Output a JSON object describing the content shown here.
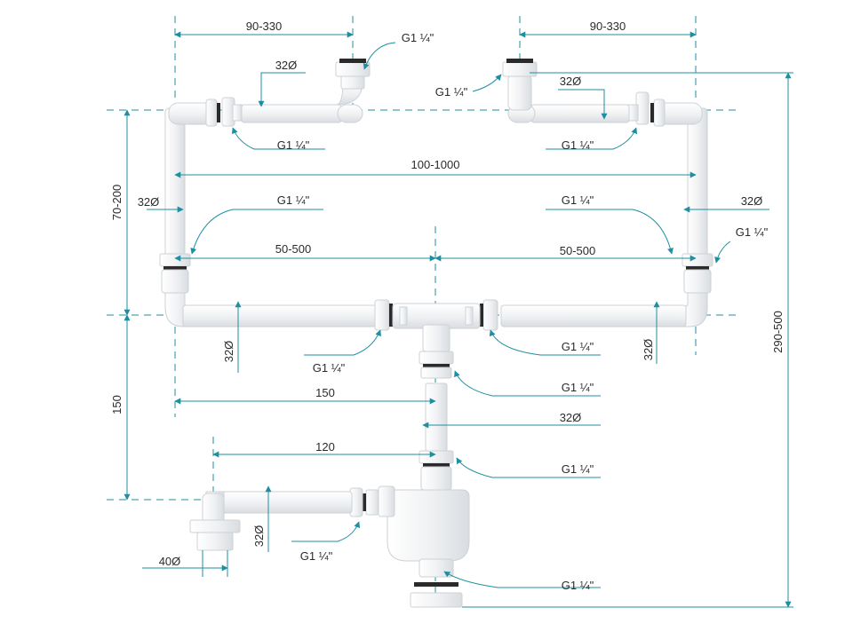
{
  "colors": {
    "dimension_line": "#1d8fa0",
    "pipe_fill": "#f2f3f4",
    "pipe_edge": "#d0d4d8",
    "ring": "#2a2a2a",
    "text": "#2b2b2b",
    "background": "#ffffff"
  },
  "dimensions": {
    "top_left_width": "90-330",
    "top_right_width": "90-330",
    "overall_width": "100-1000",
    "left_branch": "50-500",
    "right_branch": "50-500",
    "left_height": "70-200",
    "lower_height": "150",
    "total_height": "290-500",
    "center_offset": "150",
    "outlet_offset": "120"
  },
  "diameters": {
    "top_left": "32Ø",
    "top_right": "32Ø",
    "left_side": "32Ø",
    "right_side": "32Ø",
    "bottom_left": "32Ø",
    "bottom_right": "32Ø",
    "center": "32Ø",
    "outlet_pipe": "32Ø",
    "outlet": "40Ø"
  },
  "thread_labels": {
    "top_left_waste": "G1 ¼\"",
    "top_right_waste": "G1 ¼\"",
    "top_left_nut": "G1 ¼\"",
    "top_right_nut": "G1 ¼\"",
    "mid_left": "G1 ¼\"",
    "mid_right": "G1 ¼\"",
    "far_right": "G1 ¼\"",
    "tee_left": "G1 ¼\"",
    "tee_right": "G1 ¼\"",
    "tee_down": "G1 ¼\"",
    "trap_top": "G1 ¼\"",
    "trap_side": "G1 ¼\"",
    "bottom": "G1 ¼\""
  }
}
